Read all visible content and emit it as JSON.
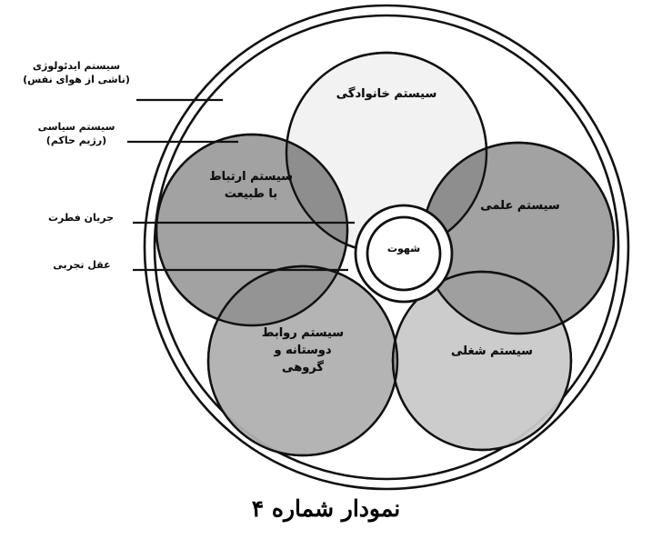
{
  "figure": {
    "caption": "نمودار شماره ۴",
    "caption_latin_number": "۴"
  },
  "callouts": [
    {
      "id": "ideology-system",
      "line1": "سیستم ایدئولوژی",
      "line2": "(ناشی از هوای نفس)",
      "text": "سیستم ایدئولوژی\n(ناشی از هوای نفس)"
    },
    {
      "id": "political-system",
      "line1": "سیستم سیاسی",
      "line2": "(رژیم حاکم)",
      "text": "سیستم سیاسی\n(رژیم حاکم)"
    },
    {
      "id": "fitrah-flow",
      "line1": "جریان فطرت",
      "line2": "",
      "text": "جریان فطرت"
    },
    {
      "id": "empirical-reason",
      "line1": "عقل تجربی",
      "line2": "",
      "text": "عقل تجربی"
    }
  ],
  "petals": [
    {
      "id": "family-system",
      "text": "سیستم خانوادگی",
      "fill": "#f2f2f2"
    },
    {
      "id": "nature-relation-system",
      "text": "سیستم ارتباط\nبا طبیعت",
      "fill": "#9d9d9d"
    },
    {
      "id": "science-system",
      "text": "سیستم علمی",
      "fill": "#9d9d9d"
    },
    {
      "id": "job-system",
      "text": "سیستم شغلی",
      "fill": "#c9c9c9"
    },
    {
      "id": "friendship-group-system",
      "text": "سیستم روابط\nدوستانه و\nگروهی",
      "fill": "#b0b0b0"
    }
  ],
  "core": {
    "id": "lust-core",
    "text": "شهوت"
  },
  "colors": {
    "stroke": "#111111",
    "background": "#ffffff",
    "petal_light": "#f2f2f2",
    "petal_mid": "#c9c9c9",
    "petal_dark": "#9d9d9d",
    "petal_grey": "#b0b0b0",
    "outer_ring": "#d6d6d6"
  }
}
